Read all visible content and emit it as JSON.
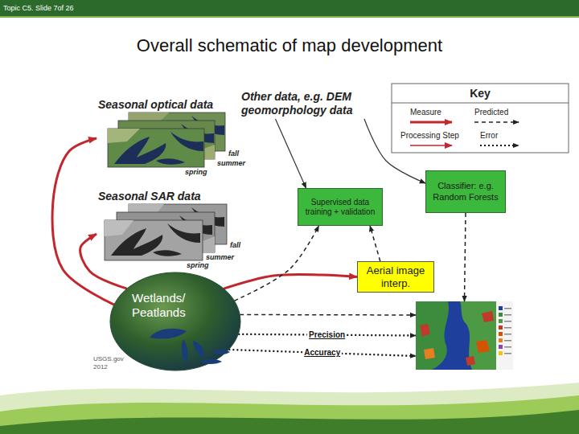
{
  "diagram": {
    "title": "Overall schematic of map development",
    "nodes": [
      {
        "text": [
          "Seasonal optical data",
          "fall",
          "summer",
          "spring"
        ]
      },
      {
        "text": [
          "Other data, e.g. DEM geomorphology data"
        ]
      },
      {
        "text": [
          "Classifier: e.g. Random Forests"
        ]
      },
      {
        "text": [
          "Supervised data training + validation"
        ]
      },
      {
        "text": [
          "Seasonal SAR data",
          "fall",
          "summer",
          "spring"
        ]
      },
      {
        "text": [
          "Aerial image interp."
        ]
      },
      {
        "text": [
          "Wetlands/ Peatlands"
        ]
      },
      {
        "text": []
      }
    ],
    "edges": [
      {
        "from": 6,
        "to": 0,
        "arrow": "to"
      },
      {
        "from": 6,
        "to": 4,
        "arrow": "to"
      },
      {
        "from": 6,
        "to": 5,
        "arrow": "to"
      },
      {
        "from": 1,
        "to": 3,
        "arrow": "to"
      },
      {
        "from": 1,
        "to": 2,
        "arrow": "to"
      },
      {
        "from": 6,
        "to": 3,
        "arrow": "to"
      },
      {
        "from": 5,
        "to": 3,
        "arrow": "to"
      },
      {
        "from": 2,
        "to": 7,
        "arrow": "to"
      },
      {
        "from": 6,
        "to": 7,
        "arrow": "to"
      },
      {
        "from": 6,
        "to": 7,
        "label": "Precision",
        "arrow": "to"
      },
      {
        "from": 6,
        "to": 7,
        "label": "Accuracy",
        "arrow": "to"
      }
    ],
    "labels": [
      "Topic C5. Slide 7of 26",
      "Key",
      "USGS.gov 2012"
    ],
    "legend": [
      {
        "text": "Measure"
      },
      {
        "text": "Predicted"
      },
      {
        "text": "Processing Step"
      },
      {
        "text": "Error"
      }
    ]
  }
}
